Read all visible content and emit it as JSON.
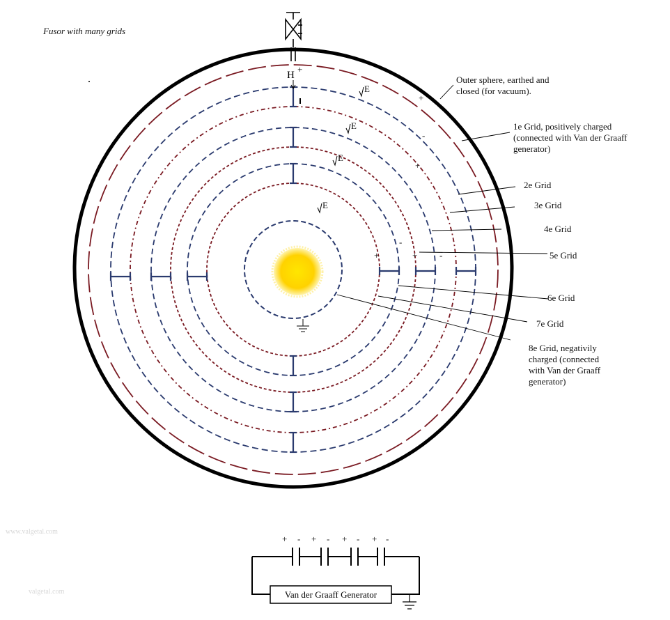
{
  "title": "Fusor with many grids",
  "inlet": {
    "label": "H",
    "superscript": "+"
  },
  "field_symbol": "E",
  "labels": {
    "outer": [
      "Outer sphere, earthed and",
      "closed (for vacuum)."
    ],
    "g1": [
      "1e Grid, positively charged",
      "(connected with Van der Graaff",
      "generator)"
    ],
    "g2": [
      "2e Grid"
    ],
    "g3": [
      "3e Grid"
    ],
    "g4": [
      "4e Grid"
    ],
    "g5": [
      "5e Grid"
    ],
    "g6": [
      "6e Grid"
    ],
    "g7": [
      "7e Grid"
    ],
    "g8": [
      "8e Grid, negativily",
      "charged (connected",
      "with Van der Graaff",
      "generator)"
    ]
  },
  "charge_signs": {
    "plus": "+",
    "minus": "-"
  },
  "circuit": {
    "generator_label": "Van der Graaff Generator",
    "capacitor_signs": [
      "+",
      "-",
      "+",
      "-",
      "+",
      "-",
      "+",
      "-"
    ]
  },
  "watermarks": [
    "www.valgetal.com",
    "valgetal.com"
  ],
  "colors": {
    "outer_sphere": "#000000",
    "red_grid": "#7a1a22",
    "blue_grid": "#2a3a6e",
    "sun_fill": "#ffd800",
    "sun_glow": "#fff2a0"
  }
}
